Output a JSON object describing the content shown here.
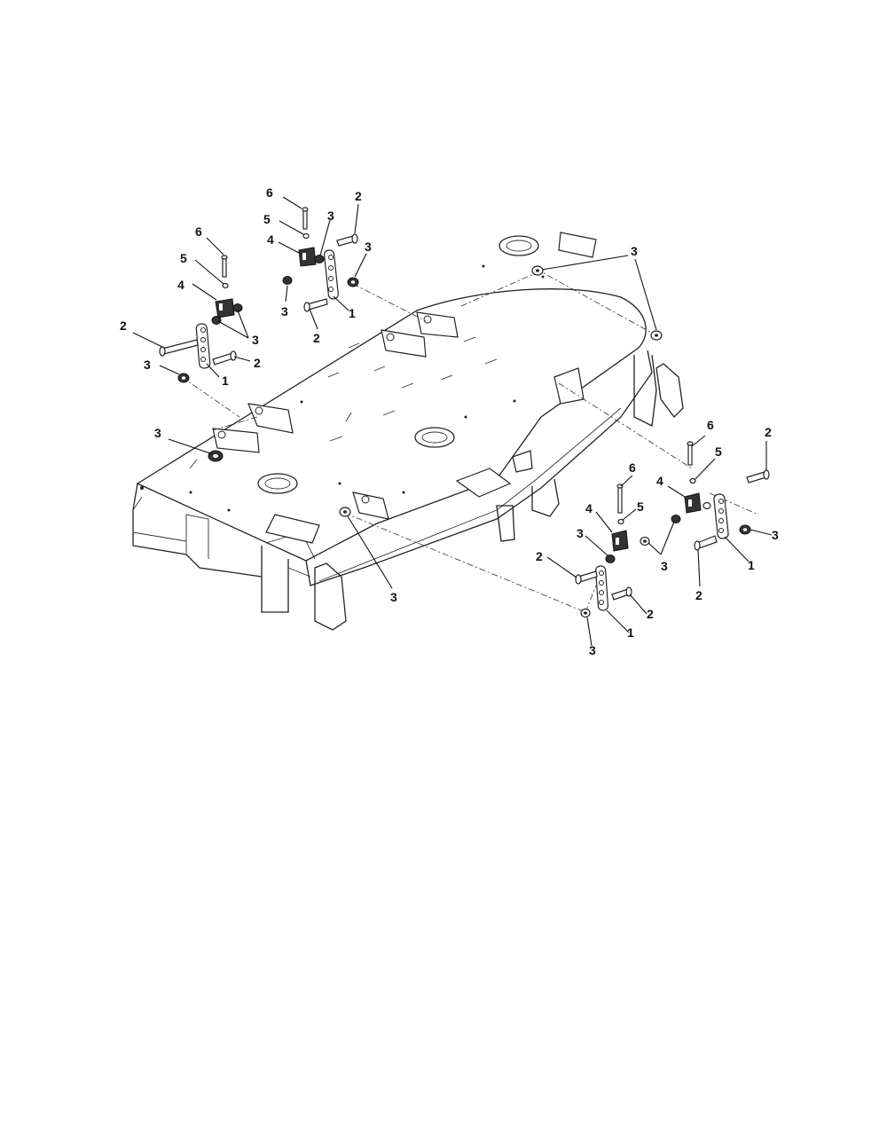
{
  "callouts": {
    "1": "1",
    "2": "2",
    "3": "3",
    "4": "4",
    "5": "5",
    "6": "6"
  }
}
